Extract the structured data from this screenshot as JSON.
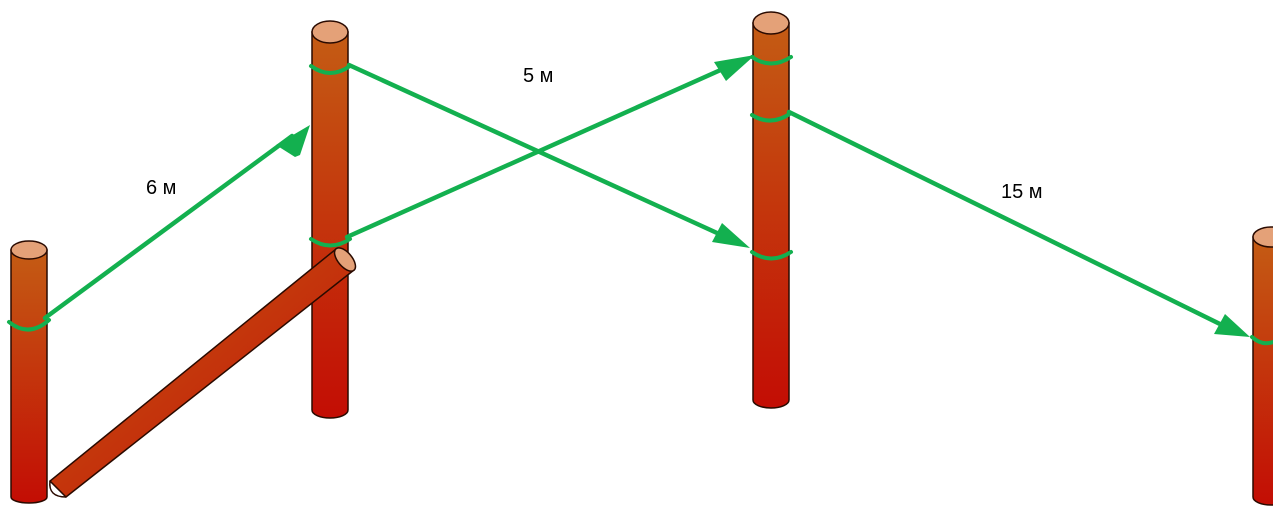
{
  "distances": [
    {
      "id": "d1",
      "label": "6 м"
    },
    {
      "id": "d2",
      "label": "5 м"
    },
    {
      "id": "d3",
      "label": "15 м"
    }
  ],
  "colors": {
    "rope": "#13b04f",
    "post_top": "#e4a178",
    "post_light": "#c45c14",
    "post_dark": "#c30d04",
    "outline": "#2a0a00",
    "text": "#000000"
  }
}
